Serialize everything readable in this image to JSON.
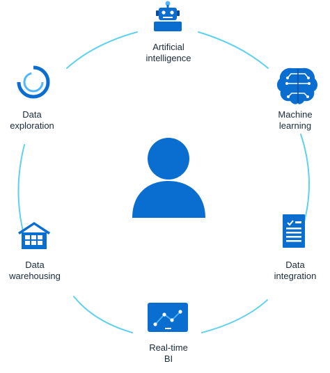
{
  "colors": {
    "ring": "#5fd1ee",
    "primary": "#0a6ed1",
    "dark": "#094a9e",
    "light": "#4fb6ff"
  },
  "center": {
    "icon": "person-icon"
  },
  "nodes": [
    {
      "key": "ai",
      "icon": "robot-icon",
      "lines": [
        "Artificial",
        "intelligence"
      ]
    },
    {
      "key": "ml",
      "icon": "brain-circuit-icon",
      "lines": [
        "Machine",
        "learning"
      ]
    },
    {
      "key": "di",
      "icon": "checklist-icon",
      "lines": [
        "Data",
        "integration"
      ]
    },
    {
      "key": "rt",
      "icon": "line-chart-monitor-icon",
      "lines": [
        "Real-time",
        "BI"
      ]
    },
    {
      "key": "dw",
      "icon": "warehouse-icon",
      "lines": [
        "Data",
        "warehousing"
      ]
    },
    {
      "key": "de",
      "icon": "ring-chart-icon",
      "lines": [
        "Data",
        "exploration"
      ]
    }
  ]
}
